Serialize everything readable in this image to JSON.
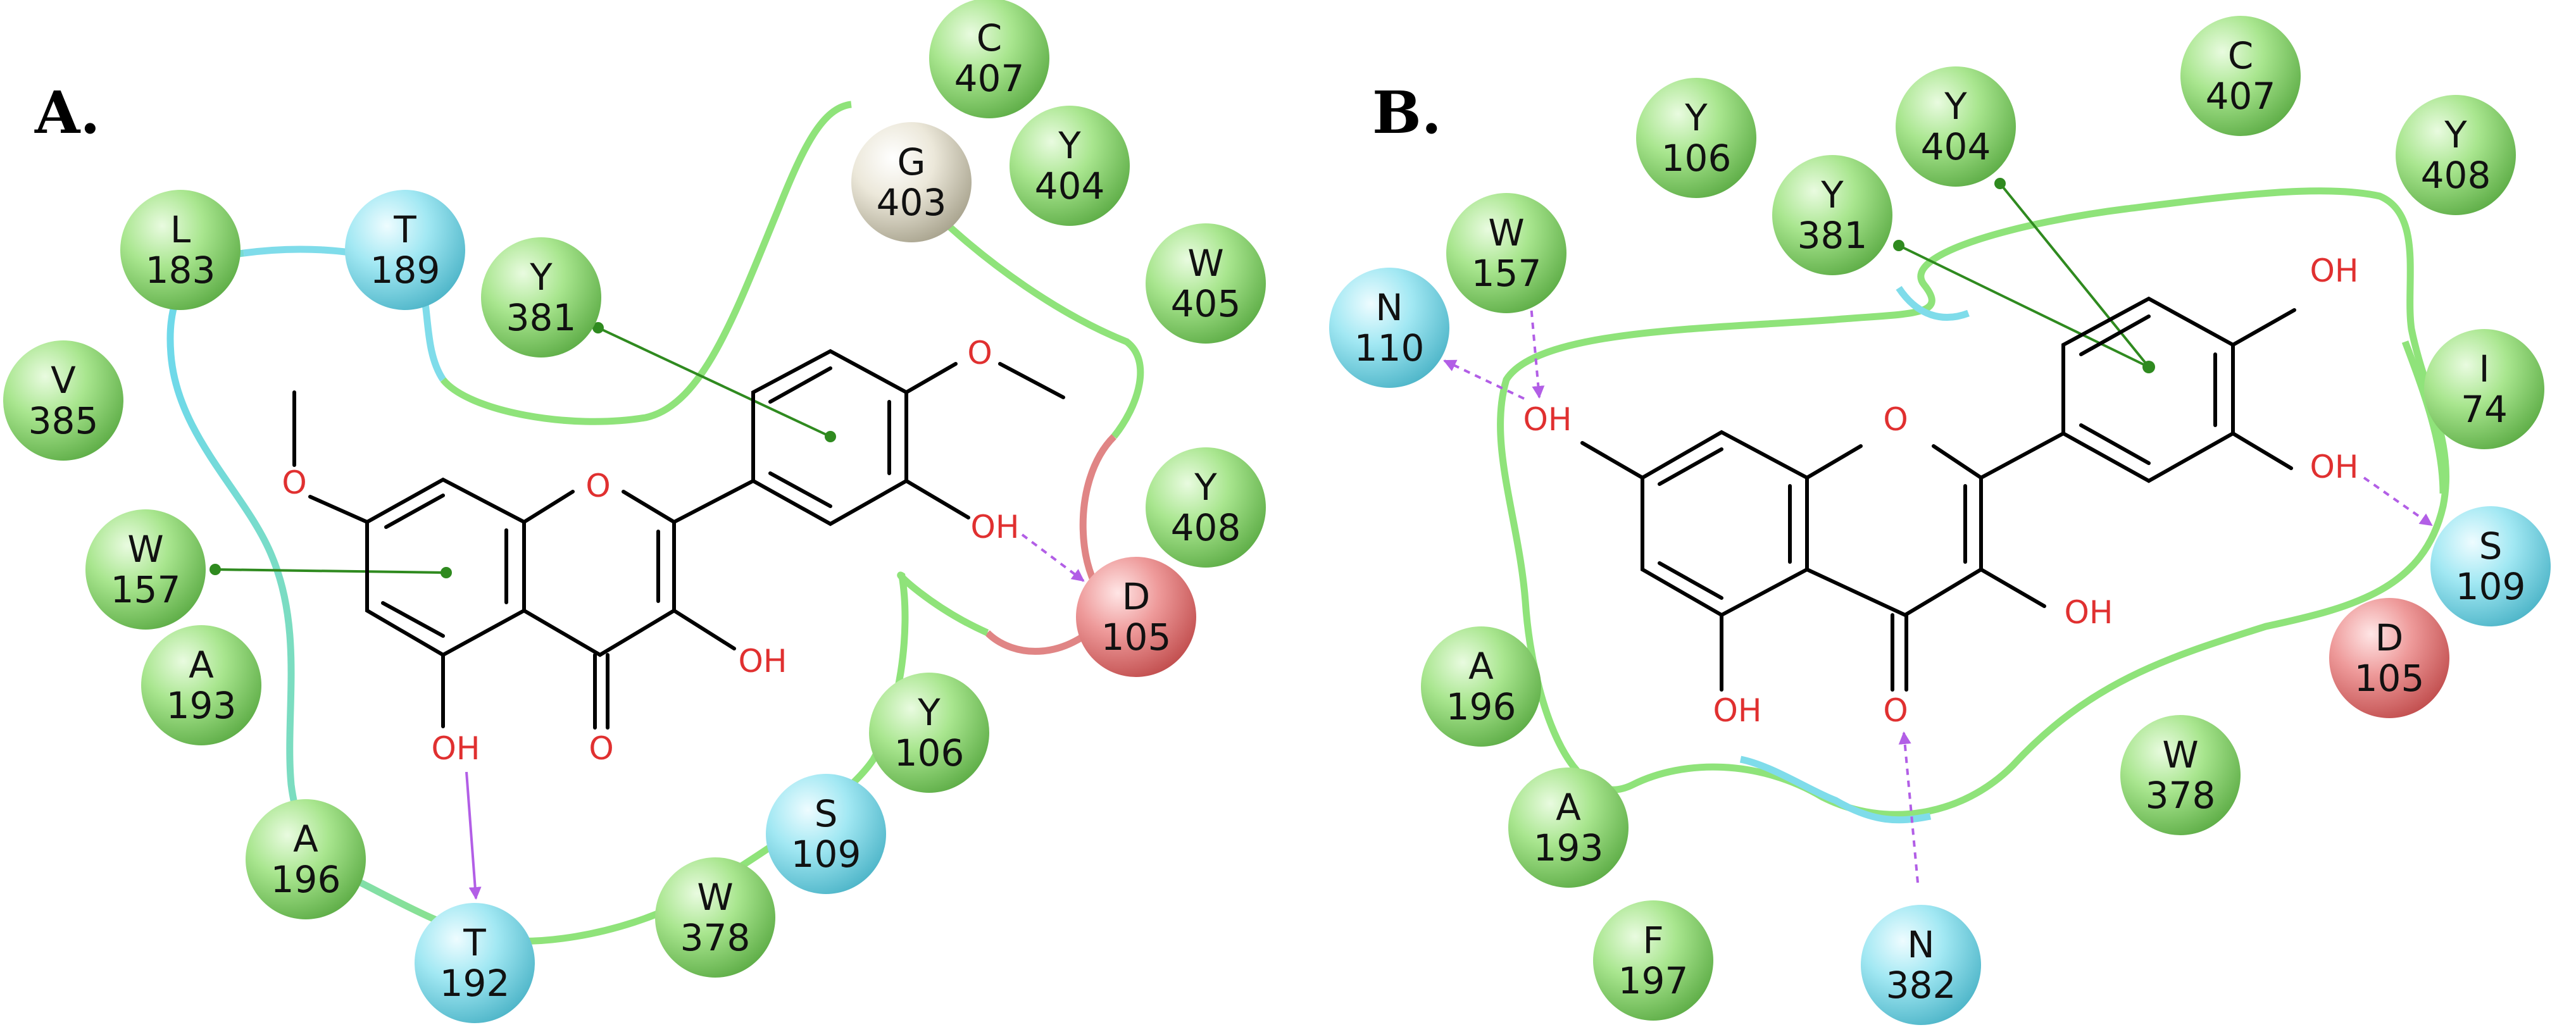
{
  "panels": [
    {
      "label": "A.",
      "residues": [
        {
          "letter": "C",
          "number": "407",
          "color": "green"
        },
        {
          "letter": "G",
          "number": "403",
          "color": "grey"
        },
        {
          "letter": "Y",
          "number": "404",
          "color": "green"
        },
        {
          "letter": "L",
          "number": "183",
          "color": "green"
        },
        {
          "letter": "T",
          "number": "189",
          "color": "cyan"
        },
        {
          "letter": "Y",
          "number": "381",
          "color": "green"
        },
        {
          "letter": "W",
          "number": "405",
          "color": "green"
        },
        {
          "letter": "V",
          "number": "385",
          "color": "green"
        },
        {
          "letter": "Y",
          "number": "408",
          "color": "green"
        },
        {
          "letter": "W",
          "number": "157",
          "color": "green"
        },
        {
          "letter": "D",
          "number": "105",
          "color": "red"
        },
        {
          "letter": "A",
          "number": "193",
          "color": "green"
        },
        {
          "letter": "Y",
          "number": "106",
          "color": "green"
        },
        {
          "letter": "S",
          "number": "109",
          "color": "cyan"
        },
        {
          "letter": "A",
          "number": "196",
          "color": "green"
        },
        {
          "letter": "W",
          "number": "378",
          "color": "green"
        },
        {
          "letter": "T",
          "number": "192",
          "color": "cyan"
        }
      ],
      "atom_labels": [
        "O",
        "O",
        "O",
        "OH",
        "OH",
        "O",
        "OH"
      ]
    },
    {
      "label": "B.",
      "residues": [
        {
          "letter": "C",
          "number": "407",
          "color": "green"
        },
        {
          "letter": "Y",
          "number": "106",
          "color": "green"
        },
        {
          "letter": "Y",
          "number": "404",
          "color": "green"
        },
        {
          "letter": "Y",
          "number": "408",
          "color": "green"
        },
        {
          "letter": "W",
          "number": "157",
          "color": "green"
        },
        {
          "letter": "Y",
          "number": "381",
          "color": "green"
        },
        {
          "letter": "N",
          "number": "110",
          "color": "cyan"
        },
        {
          "letter": "I",
          "number": "74",
          "color": "green"
        },
        {
          "letter": "S",
          "number": "109",
          "color": "cyan"
        },
        {
          "letter": "D",
          "number": "105",
          "color": "red"
        },
        {
          "letter": "A",
          "number": "196",
          "color": "green"
        },
        {
          "letter": "W",
          "number": "378",
          "color": "green"
        },
        {
          "letter": "A",
          "number": "193",
          "color": "green"
        },
        {
          "letter": "F",
          "number": "197",
          "color": "green"
        },
        {
          "letter": "N",
          "number": "382",
          "color": "cyan"
        }
      ],
      "atom_labels": [
        "OH",
        "O",
        "OH",
        "OH",
        "OH",
        "OH",
        "O"
      ]
    }
  ],
  "colors": {
    "green": "#7fd36a",
    "cyan": "#7fdcea",
    "red": "#e06a6a",
    "grey": "#d8d4c2",
    "stacking": "#2f8a1f",
    "hbond": "#b25ee6",
    "oxygen": "#e03030"
  }
}
